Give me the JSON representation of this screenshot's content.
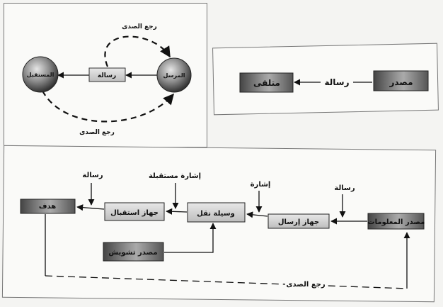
{
  "top_left": {
    "feedback_top": "رجع الصدى",
    "feedback_bottom": "رجع الصدى",
    "message": "رسالة",
    "sender": "المرسل",
    "receiver": "المستقبل"
  },
  "top_right": {
    "source": "مصدر",
    "message": "رسالة",
    "receiver": "متلقى"
  },
  "bottom": {
    "info_source": "مصدر المعلومات",
    "message_in": "رسالة",
    "transmitter": "جهاز إرسال",
    "signal": "إشارة",
    "channel": "وسيلة نقل",
    "received_signal": "إشارة مستقبلة",
    "receiver": "جهاز استقبال",
    "message_out": "رسالة",
    "destination": "هدف",
    "noise_source": "مصدر تشويش",
    "feedback": "رجع الصدى"
  }
}
